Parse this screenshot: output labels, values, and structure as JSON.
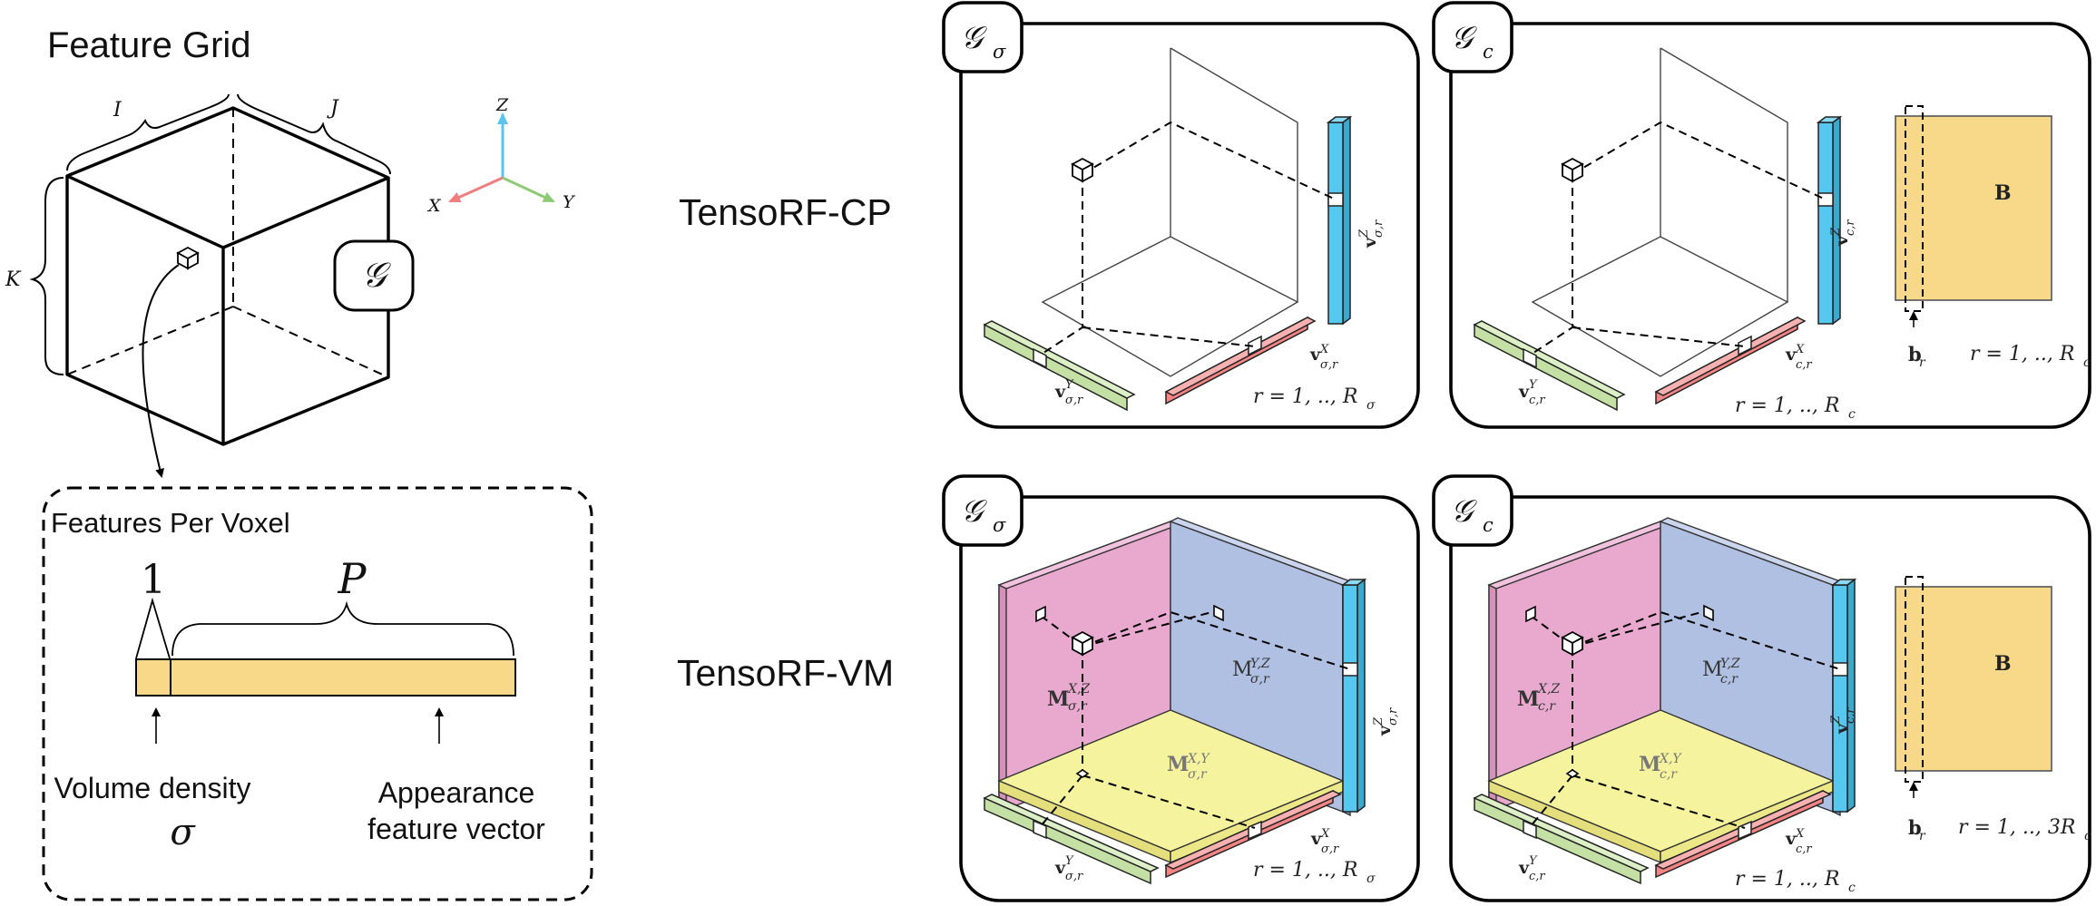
{
  "feature_grid": {
    "title": "Feature Grid",
    "dim_i": "I",
    "dim_j": "J",
    "dim_k": "K",
    "grid_symbol": "𝒢",
    "axes": {
      "z": "Z",
      "x": "X",
      "y": "Y"
    }
  },
  "voxel_box": {
    "title": "Features Per Voxel",
    "one": "1",
    "p": "P",
    "density_label": "Volume density",
    "density_symbol": "σ",
    "appearance_line1": "Appearance",
    "appearance_line2": "feature vector"
  },
  "rows": {
    "cp": "TensoRF-CP",
    "vm": "TensoRF-VM"
  },
  "panels": {
    "g_base": "𝒢",
    "sigma_sub": "σ",
    "c_sub": "c",
    "vec_base": "v",
    "mat_base": "M",
    "sup_x": "X",
    "sup_y": "Y",
    "sup_z": "Z",
    "sup_xz": "X,Z",
    "sup_yz": "Y,Z",
    "sup_xy": "X,Y",
    "sub_sigma_r": "σ,r",
    "sub_c_r": "c,r",
    "b_matrix": "B",
    "b_vector": "b",
    "b_sub": "r",
    "range_sigma_prefix": "r = 1, .., R",
    "range_sigma_sub": "σ",
    "range_c_prefix": "r = 1, .., R",
    "range_c_sub": "c",
    "range_3c_prefix": "r = 1, .., 3R",
    "range_3c_sub": "c"
  },
  "colors": {
    "blue_vec": "#56c8f0",
    "red_vec": "#f58484",
    "green_vec": "#c5e0a5",
    "yellow_feat": "#f8d98a",
    "pink_plane": "#e9a9cf",
    "lavender_plane": "#b0c0e2",
    "yellow_plane": "#f6f39e",
    "axis_z": "#5cc3ee",
    "axis_x": "#f07e7e",
    "axis_y": "#8fca74"
  }
}
